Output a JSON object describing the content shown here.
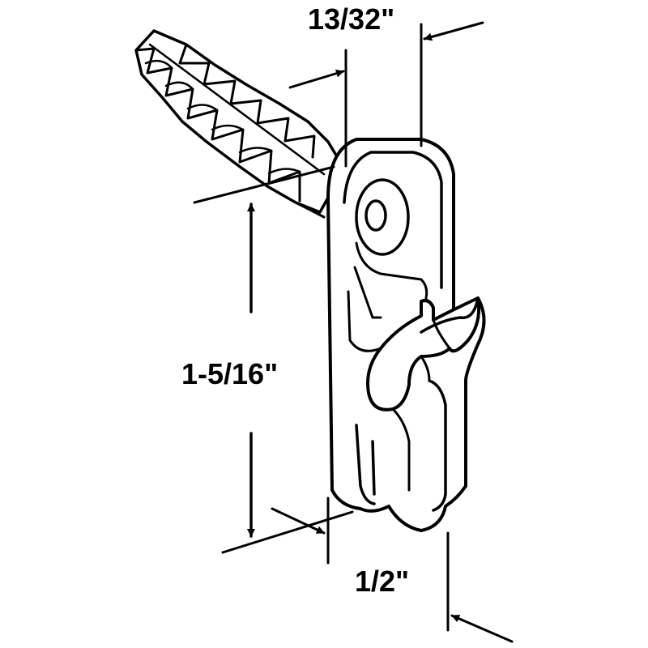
{
  "dimensions": {
    "top_width": "13/32\"",
    "height": "1-5/16\"",
    "bottom_width": "1/2\""
  },
  "colors": {
    "ink": "#000000",
    "background": "#ffffff"
  }
}
